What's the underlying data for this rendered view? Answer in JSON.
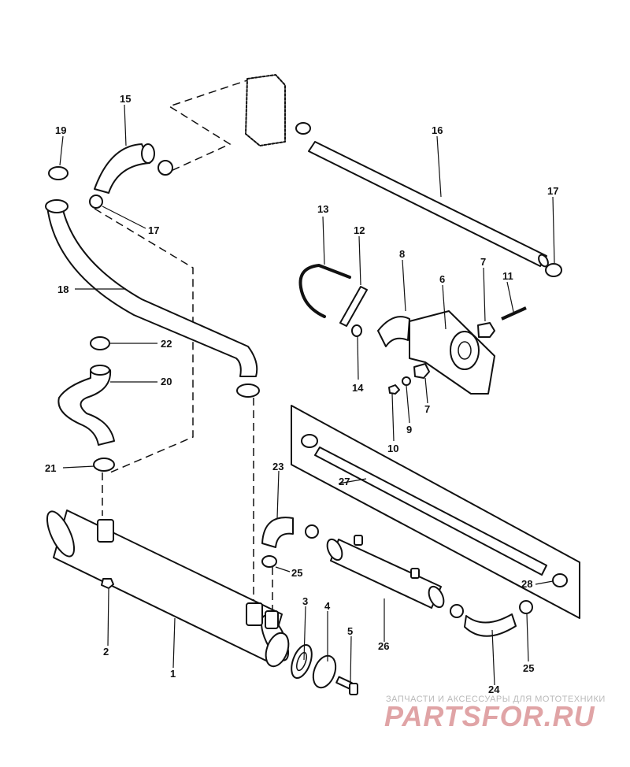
{
  "diagram": {
    "callouts": {
      "c1": "1",
      "c2": "2",
      "c3": "3",
      "c4": "4",
      "c5": "5",
      "c6": "6",
      "c7a": "7",
      "c7b": "7",
      "c8": "8",
      "c9": "9",
      "c10": "10",
      "c11": "11",
      "c12": "12",
      "c13": "13",
      "c14": "14",
      "c15": "15",
      "c16": "16",
      "c17a": "17",
      "c17b": "17",
      "c18": "18",
      "c19": "19",
      "c20": "20",
      "c21": "21",
      "c22": "22",
      "c23": "23",
      "c24": "24",
      "c25a": "25",
      "c25b": "25",
      "c26": "26",
      "c27": "27",
      "c28": "28"
    }
  },
  "watermark": {
    "tagline": "ЗАПЧАСТИ И АКСЕССУАРЫ ДЛЯ МОТОТЕХНИКИ",
    "logo": "PARTSFOR.RU",
    "logo_color": "#e0a4a6"
  }
}
